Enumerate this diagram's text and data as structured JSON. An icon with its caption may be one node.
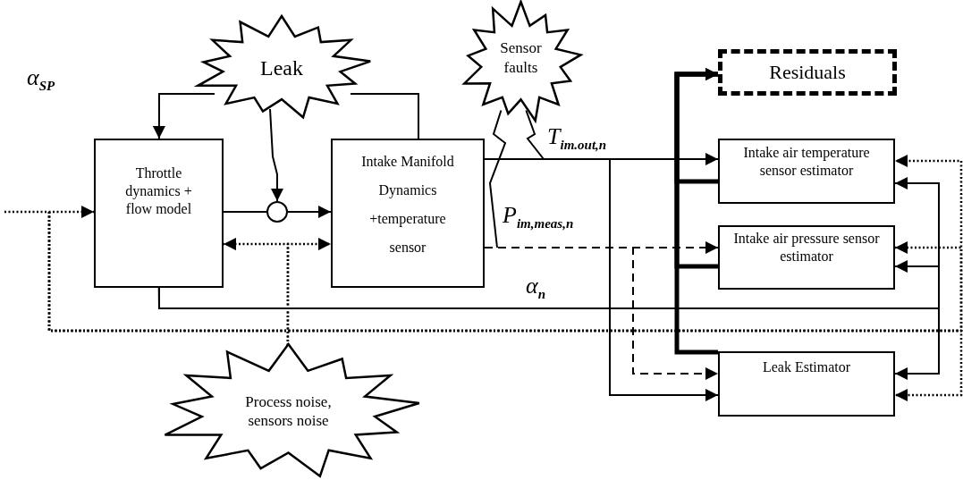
{
  "diagram": {
    "nodes": [
      {
        "text": [
          "Leak"
        ]
      },
      {
        "text": [
          "Sensor faults"
        ]
      },
      {
        "text": [
          "Residuals"
        ]
      },
      {
        "text": [
          "Throttle dynamics + flow model"
        ]
      },
      {
        "text": [],
        "shape": "circle"
      },
      {
        "text": [
          "Intake Manifold Dynamics +temperature sensor"
        ]
      },
      {
        "text": [
          "Intake air temperature sensor estimator"
        ]
      },
      {
        "text": [
          "Intake air pressure sensor estimator"
        ]
      },
      {
        "text": [
          "Leak Estimator"
        ]
      },
      {
        "text": [
          "Process noise, sensors noise"
        ]
      }
    ],
    "edges": [
      {
        "from": 0,
        "to": 3,
        "arrow": "to"
      },
      {
        "from": 0,
        "to": 5,
        "arrow": "none"
      },
      {
        "from": 0,
        "to": 4,
        "arrow": "to"
      },
      {
        "from": 3,
        "to": 4,
        "arrow": "none"
      },
      {
        "from": 4,
        "to": 5,
        "arrow": "to"
      },
      {
        "from": null,
        "to": 3,
        "arrow": "to",
        "style": "dashed"
      },
      {
        "from": 9,
        "to": 3,
        "arrow": "to",
        "style": "dashed"
      },
      {
        "from": 9,
        "to": 5,
        "arrow": "to",
        "style": "dashed"
      },
      {
        "from": 3,
        "to": 6,
        "arrow": "to"
      },
      {
        "from": 3,
        "to": 7,
        "arrow": "to"
      },
      {
        "from": 3,
        "to": 8,
        "arrow": "to"
      },
      {
        "from": null,
        "to": 6,
        "arrow": "to",
        "style": "dashed"
      },
      {
        "from": null,
        "to": 7,
        "arrow": "to",
        "style": "dashed"
      },
      {
        "from": null,
        "to": 8,
        "arrow": "to",
        "style": "dashed"
      },
      {
        "from": 5,
        "to": 6,
        "arrow": "to"
      },
      {
        "from": 5,
        "to": 8,
        "arrow": "to"
      },
      {
        "from": 5,
        "to": 7,
        "arrow": "to",
        "style": "dashed"
      },
      {
        "from": 5,
        "to": 8,
        "arrow": "to",
        "style": "dashed"
      },
      {
        "from": 6,
        "to": 2,
        "arrow": "to",
        "style": "thick"
      },
      {
        "from": 7,
        "to": 2,
        "arrow": "to",
        "style": "thick"
      },
      {
        "from": 8,
        "to": 2,
        "arrow": "to",
        "style": "thick"
      },
      {
        "from": 1,
        "to": null,
        "arrow": "none"
      },
      {
        "from": 1,
        "to": null,
        "arrow": "none"
      }
    ],
    "labels": [
      "α$_{SP}$",
      "T$_{im.out,n}$",
      "P$_{im,meas,n}$",
      "α$_{n}$"
    ]
  }
}
